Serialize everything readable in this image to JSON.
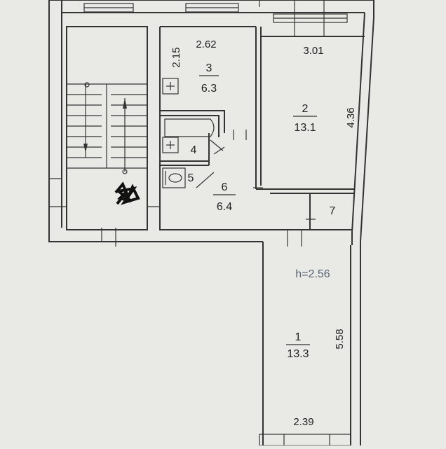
{
  "rooms": [
    {
      "number": "3",
      "area": "6.3"
    },
    {
      "number": "2",
      "area": "13.1"
    },
    {
      "number": "4"
    },
    {
      "number": "5"
    },
    {
      "number": "6",
      "area": "6.4"
    },
    {
      "number": "7"
    },
    {
      "number": "1",
      "area": "13.3"
    }
  ],
  "dimensions": {
    "room3_width": "2.62",
    "room3_height": "2.15",
    "room2_width": "3.01",
    "room2_height": "4.36",
    "room1_height": "5.58",
    "room1_width": "2.39"
  },
  "ceiling_height": "h=2.56",
  "colors": {
    "paper": "#e9eae6",
    "lines": "#333333",
    "highlight_text": "#5a6474"
  }
}
